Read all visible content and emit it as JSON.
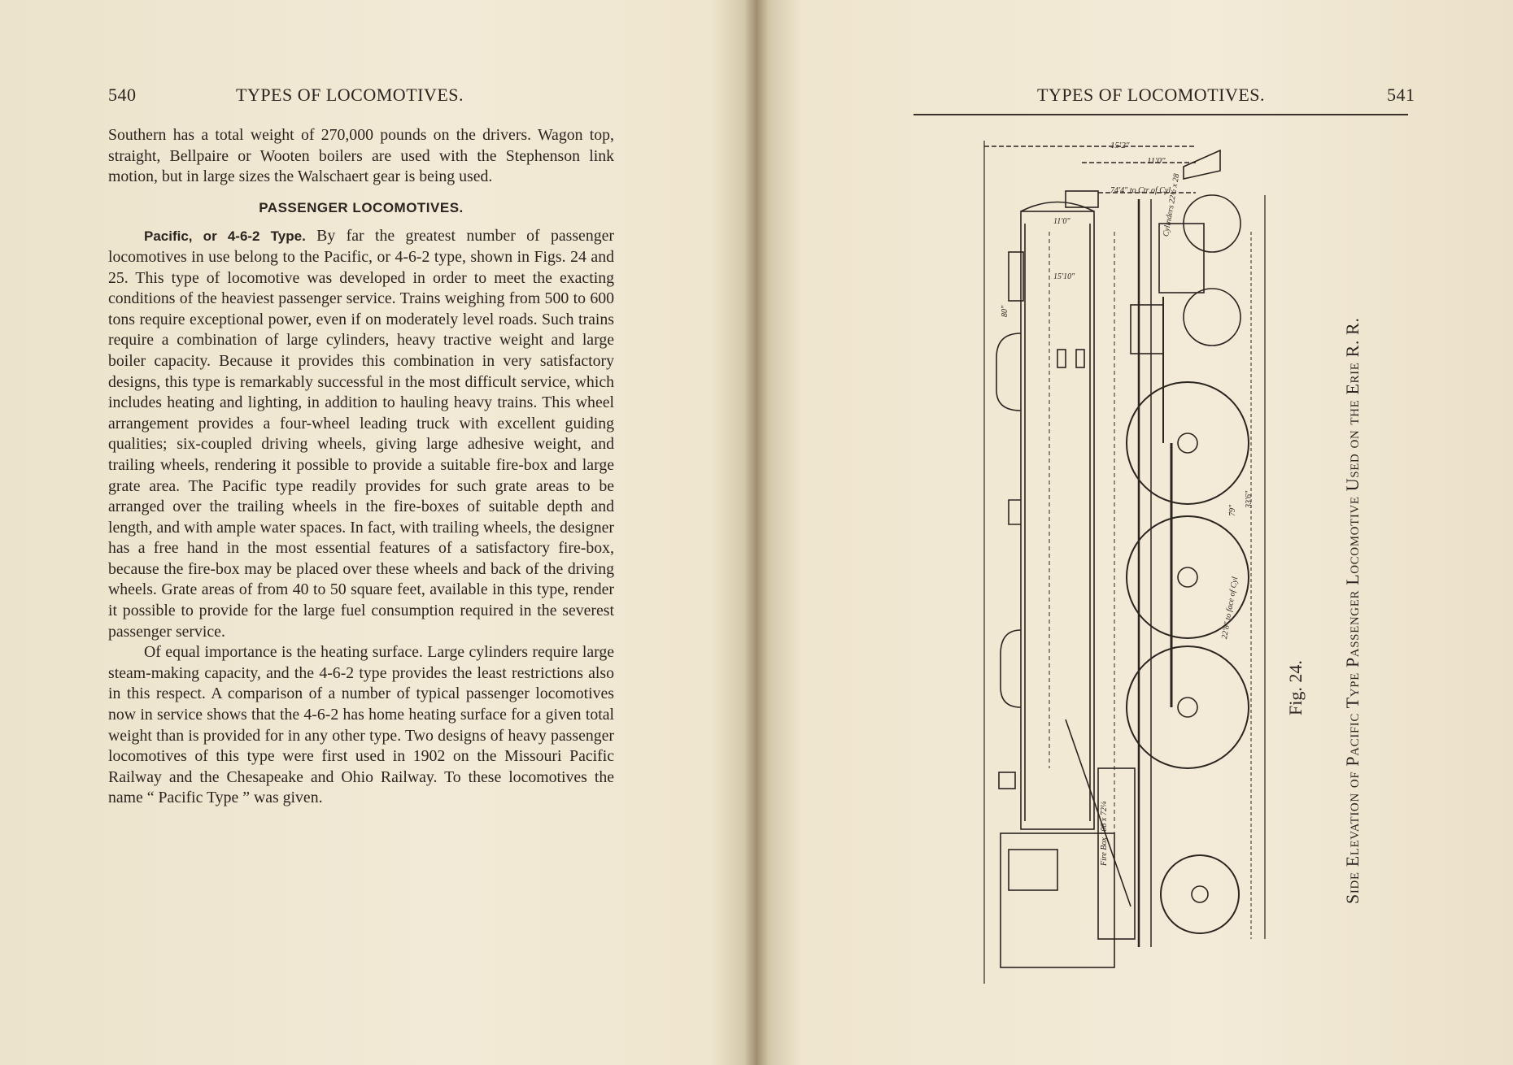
{
  "left_page": {
    "page_number": "540",
    "running_head": "TYPES OF LOCOMOTIVES.",
    "intro_paragraph": "Southern has a total weight of 270,000 pounds on the drivers. Wagon top, straight, Bellpaire or Wooten boilers are used with the Stephenson link motion, but in large sizes the Walschaert gear is being used.",
    "section_heading": "PASSENGER LOCOMOTIVES.",
    "run_in_heading": "Pacific, or 4-6-2 Type.",
    "paragraph_1": "By far the greatest number of passenger locomotives in use belong to the Pacific, or 4-6-2 type, shown in Figs. 24 and 25. This type of locomotive was developed in order to meet the exacting conditions of the heaviest passenger service. Trains weighing from 500 to 600 tons require exceptional power, even if on moderately level roads. Such trains require a combination of large cylinders, heavy tractive weight and large boiler capacity. Because it provides this combination in very satisfactory designs, this type is remarkably successful in the most difficult service, which includes heating and lighting, in addition to hauling heavy trains. This wheel arrangement provides a four-wheel leading truck with excellent guiding qualities; six-coupled driving wheels, giving large adhesive weight, and trailing wheels, rendering it possible to provide a suitable fire-box and large grate area. The Pacific type readily provides for such grate areas to be arranged over the trailing wheels in the fire-boxes of suitable depth and length, and with ample water spaces. In fact, with trailing wheels, the designer has a free hand in the most essential features of a satisfactory fire-box, because the fire-box may be placed over these wheels and back of the driving wheels. Grate areas of from 40 to 50 square feet, available in this type, render it possible to provide for the large fuel consumption required in the severest passenger service.",
    "paragraph_2": "Of equal importance is the heating surface. Large cylinders require large steam-making capacity, and the 4-6-2 type provides the least restrictions also in this respect. A comparison of a number of typical passenger locomotives now in service shows that the 4-6-2 has home heating surface for a given total weight than is provided for in any other type. Two designs of heavy passenger locomotives of this type were first used in 1902 on the Missouri Pacific Railway and the Chesapeake and Ohio Railway. To these locomotives the name “ Pacific Type ” was given."
  },
  "right_page": {
    "page_number": "541",
    "running_head": "TYPES OF LOCOMOTIVES.",
    "figure_label": "Fig. 24.",
    "caption": "Side Elevation of Pacific Type Passenger Locomotive Used on the Erie R. R.",
    "drawing_annotations": {
      "cylinders": "Cylinders 22½ x 28",
      "fire_box": "Fire Box 108 x 72¼",
      "dim_overall": "15'2\"",
      "dim_a": "11'0\"",
      "dim_b": "74'4\" to Ctr of Cyl",
      "dim_c": "11'0\"",
      "dim_d": "15'10\"",
      "dim_e": "22'8\" to face of Cyl",
      "dim_f": "33'6\"",
      "dim_g": "79\"",
      "dim_h": "80\""
    }
  },
  "colors": {
    "paper": "#f2ead6",
    "ink": "#2b2520",
    "gutter_shadow": "#c9bc9c"
  }
}
